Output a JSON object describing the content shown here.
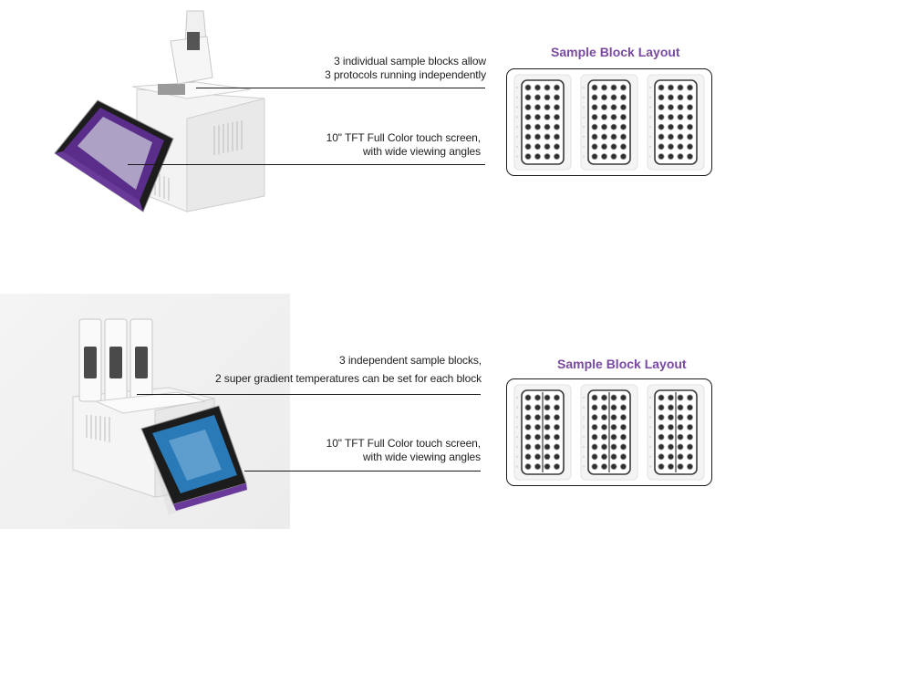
{
  "sections": [
    {
      "callouts": [
        {
          "line1": "3 individual sample blocks allow",
          "line2": "3 protocols running independently"
        },
        {
          "line1": "10\" TFT Full Color touch screen,",
          "line2": "with wide viewing angles"
        }
      ],
      "layout_title": "Sample Block Layout",
      "block_count": 3,
      "block_variant": "single",
      "colors": {
        "title": "#7a4aa0",
        "screen_glow": "#5a2d8a"
      }
    },
    {
      "callouts": [
        {
          "line1": "3 independent sample blocks,",
          "line2": "2 super gradient temperatures can be set for each block"
        },
        {
          "line1": "10\" TFT Full Color touch screen,",
          "line2": "with wide viewing angles"
        }
      ],
      "layout_title": "Sample Block Layout",
      "block_count": 3,
      "block_variant": "gradient",
      "colors": {
        "title": "#7a4aa0",
        "screen_glow": "#2b7ab8"
      }
    }
  ]
}
